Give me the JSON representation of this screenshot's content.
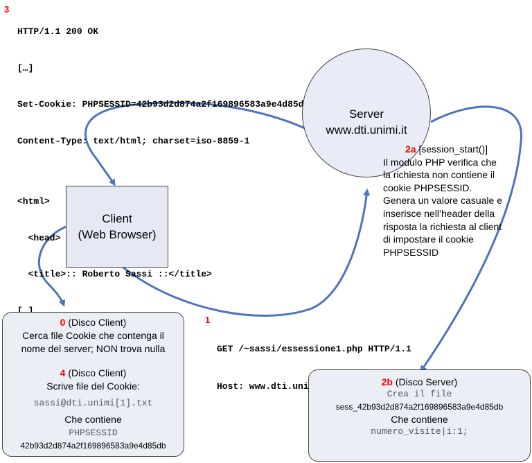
{
  "step3": {
    "number": "3",
    "lines": [
      "HTTP/1.1 200 OK",
      "[…]",
      "Set-Cookie: PHPSESSID=42b93d2d874a2f169896583a9e4d85db; path=/",
      "Content-Type: text/html; charset=iso-8859-1",
      "",
      "<html>",
      "  <head>",
      "  <title>:: Roberto Sassi ::</title>",
      "[…]"
    ]
  },
  "server": {
    "line1": "Server",
    "line2": "www.dti.unimi.it"
  },
  "step2a": {
    "number": "2a",
    "function": " [session_start()]",
    "lines": [
      "Il modulo PHP verifica che",
      "la richiesta non contiene il",
      "cookie PHPSESSID.",
      "Genera un valore casuale e",
      "inserisce nell’header della",
      "risposta la richiesta al client",
      "di impostare il cookie",
      "PHPSESSID"
    ]
  },
  "client": {
    "line1": "Client",
    "line2": "(Web Browser)"
  },
  "disk_client": {
    "step0_number": "0",
    "step0_title": " (Disco Client)",
    "step0_line1": "Cerca file Cookie che contenga il",
    "step0_line2": "nome del server; NON trova nulla",
    "step4_number": "4",
    "step4_title": " (Disco Client)",
    "step4_line1": "Scrive file del Cookie:",
    "cookie_file": "sassi@dti.unimi[1].txt",
    "contains": "Che contiene",
    "cookie_name": "PHPSESSID",
    "cookie_value": "42b93d2d874a2f169896583a9e4d85db"
  },
  "disk_server": {
    "number": "2b",
    "title": " (Disco Server)",
    "create": "Crea il file",
    "session_file": "sess_42b93d2d874a2f169896583a9e4d85db",
    "contains": "Che contiene",
    "content": "numero_visite|i:1;"
  },
  "step1": {
    "number": "1",
    "line1": "GET /~sassi/essessione1.php HTTP/1.1",
    "line2": "Host: www.dti.unimi.it"
  },
  "colors": {
    "arrow": "#4a74bd",
    "step_number": "#ff0000",
    "shape_fill": "#e9ecf6"
  }
}
